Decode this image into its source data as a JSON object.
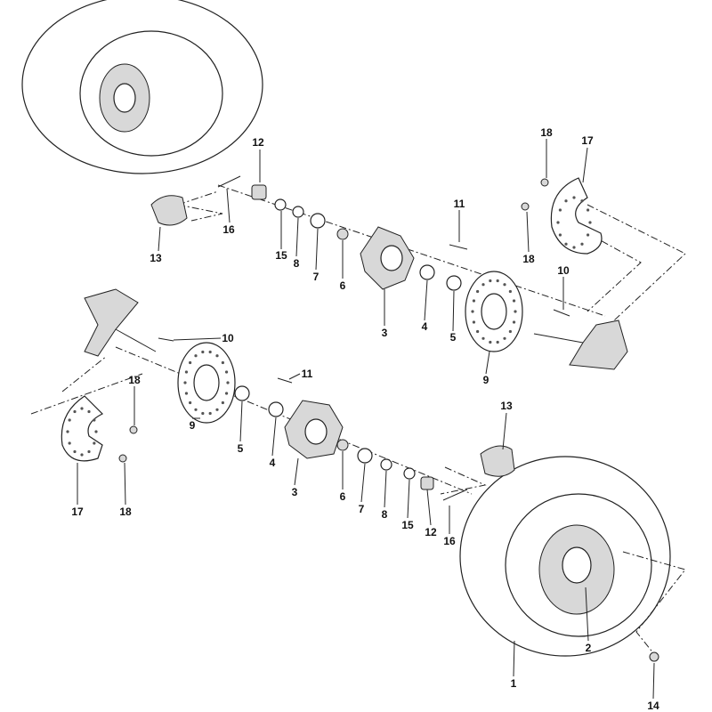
{
  "diagram": {
    "title": "Front wheel hub and brake disc assembly",
    "callouts": [
      "1",
      "2",
      "3",
      "4",
      "5",
      "6",
      "7",
      "8",
      "9",
      "10",
      "11",
      "12",
      "13",
      "14",
      "15",
      "16",
      "17",
      "18"
    ]
  }
}
